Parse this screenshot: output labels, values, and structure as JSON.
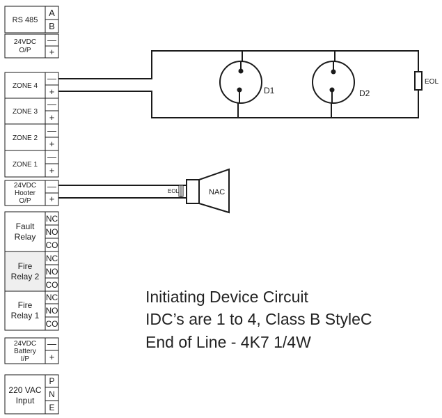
{
  "panel": {
    "rs485": {
      "label": "RS 485",
      "terminals": [
        "A",
        "B"
      ]
    },
    "out24": {
      "label_lines": [
        "24VDC",
        "O/P"
      ],
      "terminals": [
        "—",
        "+"
      ]
    },
    "zone4": {
      "label": "ZONE 4",
      "terminals": [
        "—",
        "+"
      ]
    },
    "zone3": {
      "label": "ZONE 3",
      "terminals": [
        "—",
        "+"
      ]
    },
    "zone2": {
      "label": "ZONE 2",
      "terminals": [
        "—",
        "+"
      ]
    },
    "zone1": {
      "label": "ZONE 1",
      "terminals": [
        "—",
        "+"
      ]
    },
    "hooter": {
      "label_lines": [
        "24VDC",
        "Hooter",
        "O/P"
      ],
      "terminals": [
        "—",
        "+"
      ]
    },
    "fault_relay": {
      "label_lines": [
        "Fault",
        "Relay"
      ],
      "terminals": [
        "NC",
        "NO",
        "CO"
      ]
    },
    "fire_relay2": {
      "label_lines": [
        "Fire",
        "Relay 2"
      ],
      "terminals": [
        "NC",
        "NO",
        "CO"
      ]
    },
    "fire_relay1": {
      "label_lines": [
        "Fire",
        "Relay 1"
      ],
      "terminals": [
        "NC",
        "NO",
        "CO"
      ]
    },
    "battery": {
      "label_lines": [
        "24VDC",
        "Battery",
        "I/P"
      ],
      "terminals": [
        "—",
        "+"
      ]
    },
    "mains": {
      "label_lines": [
        "220 VAC",
        "Input"
      ],
      "terminals": [
        "P",
        "N",
        "E"
      ]
    }
  },
  "devices": {
    "d1": "D1",
    "d2": "D2",
    "eol_zone": "EOL",
    "eol_nac": "EOL",
    "nac": "NAC"
  },
  "notes": [
    "Initiating Device Circuit",
    "IDC’s are 1 to 4, Class B StyleC",
    "End of Line - 4K7 1/4W"
  ]
}
